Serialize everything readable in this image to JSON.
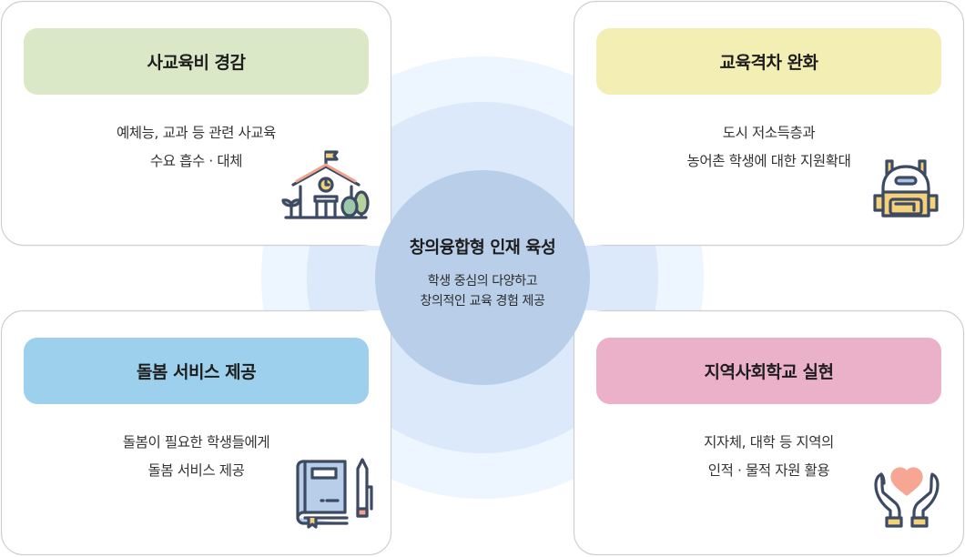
{
  "center": {
    "title": "창의융합형 인재 육성",
    "description_lines": [
      "학생 중심의 다양하고",
      "창의적인 교육 경험 제공"
    ],
    "colors": {
      "core": "#b9cfe9",
      "ring_mid": "#dbe9fb",
      "ring_outer": "#edf5fe"
    }
  },
  "cards": [
    {
      "position": "top-left",
      "title": "사교육비 경감",
      "description_lines": [
        "예체능, 교과 등 관련 사교육",
        "수요 흡수 · 대체"
      ],
      "header_color": "#dae8c8",
      "icon": "school-icon"
    },
    {
      "position": "top-right",
      "title": "교육격차 완화",
      "description_lines": [
        "도시 저소득층과",
        "농어촌 학생에 대한 지원확대"
      ],
      "header_color": "#f3eeb3",
      "icon": "backpack-icon"
    },
    {
      "position": "bottom-left",
      "title": "돌봄 서비스 제공",
      "description_lines": [
        "돌봄이 필요한 학생들에게",
        "돌봄 서비스 제공"
      ],
      "header_color": "#9dd0ec",
      "icon": "book-pencil-icon"
    },
    {
      "position": "bottom-right",
      "title": "지역사회학교 실현",
      "description_lines": [
        "지자체, 대학 등 지역의",
        "인적 · 물적 자원 활용"
      ],
      "header_color": "#eab1c9",
      "icon": "hands-heart-icon"
    }
  ]
}
